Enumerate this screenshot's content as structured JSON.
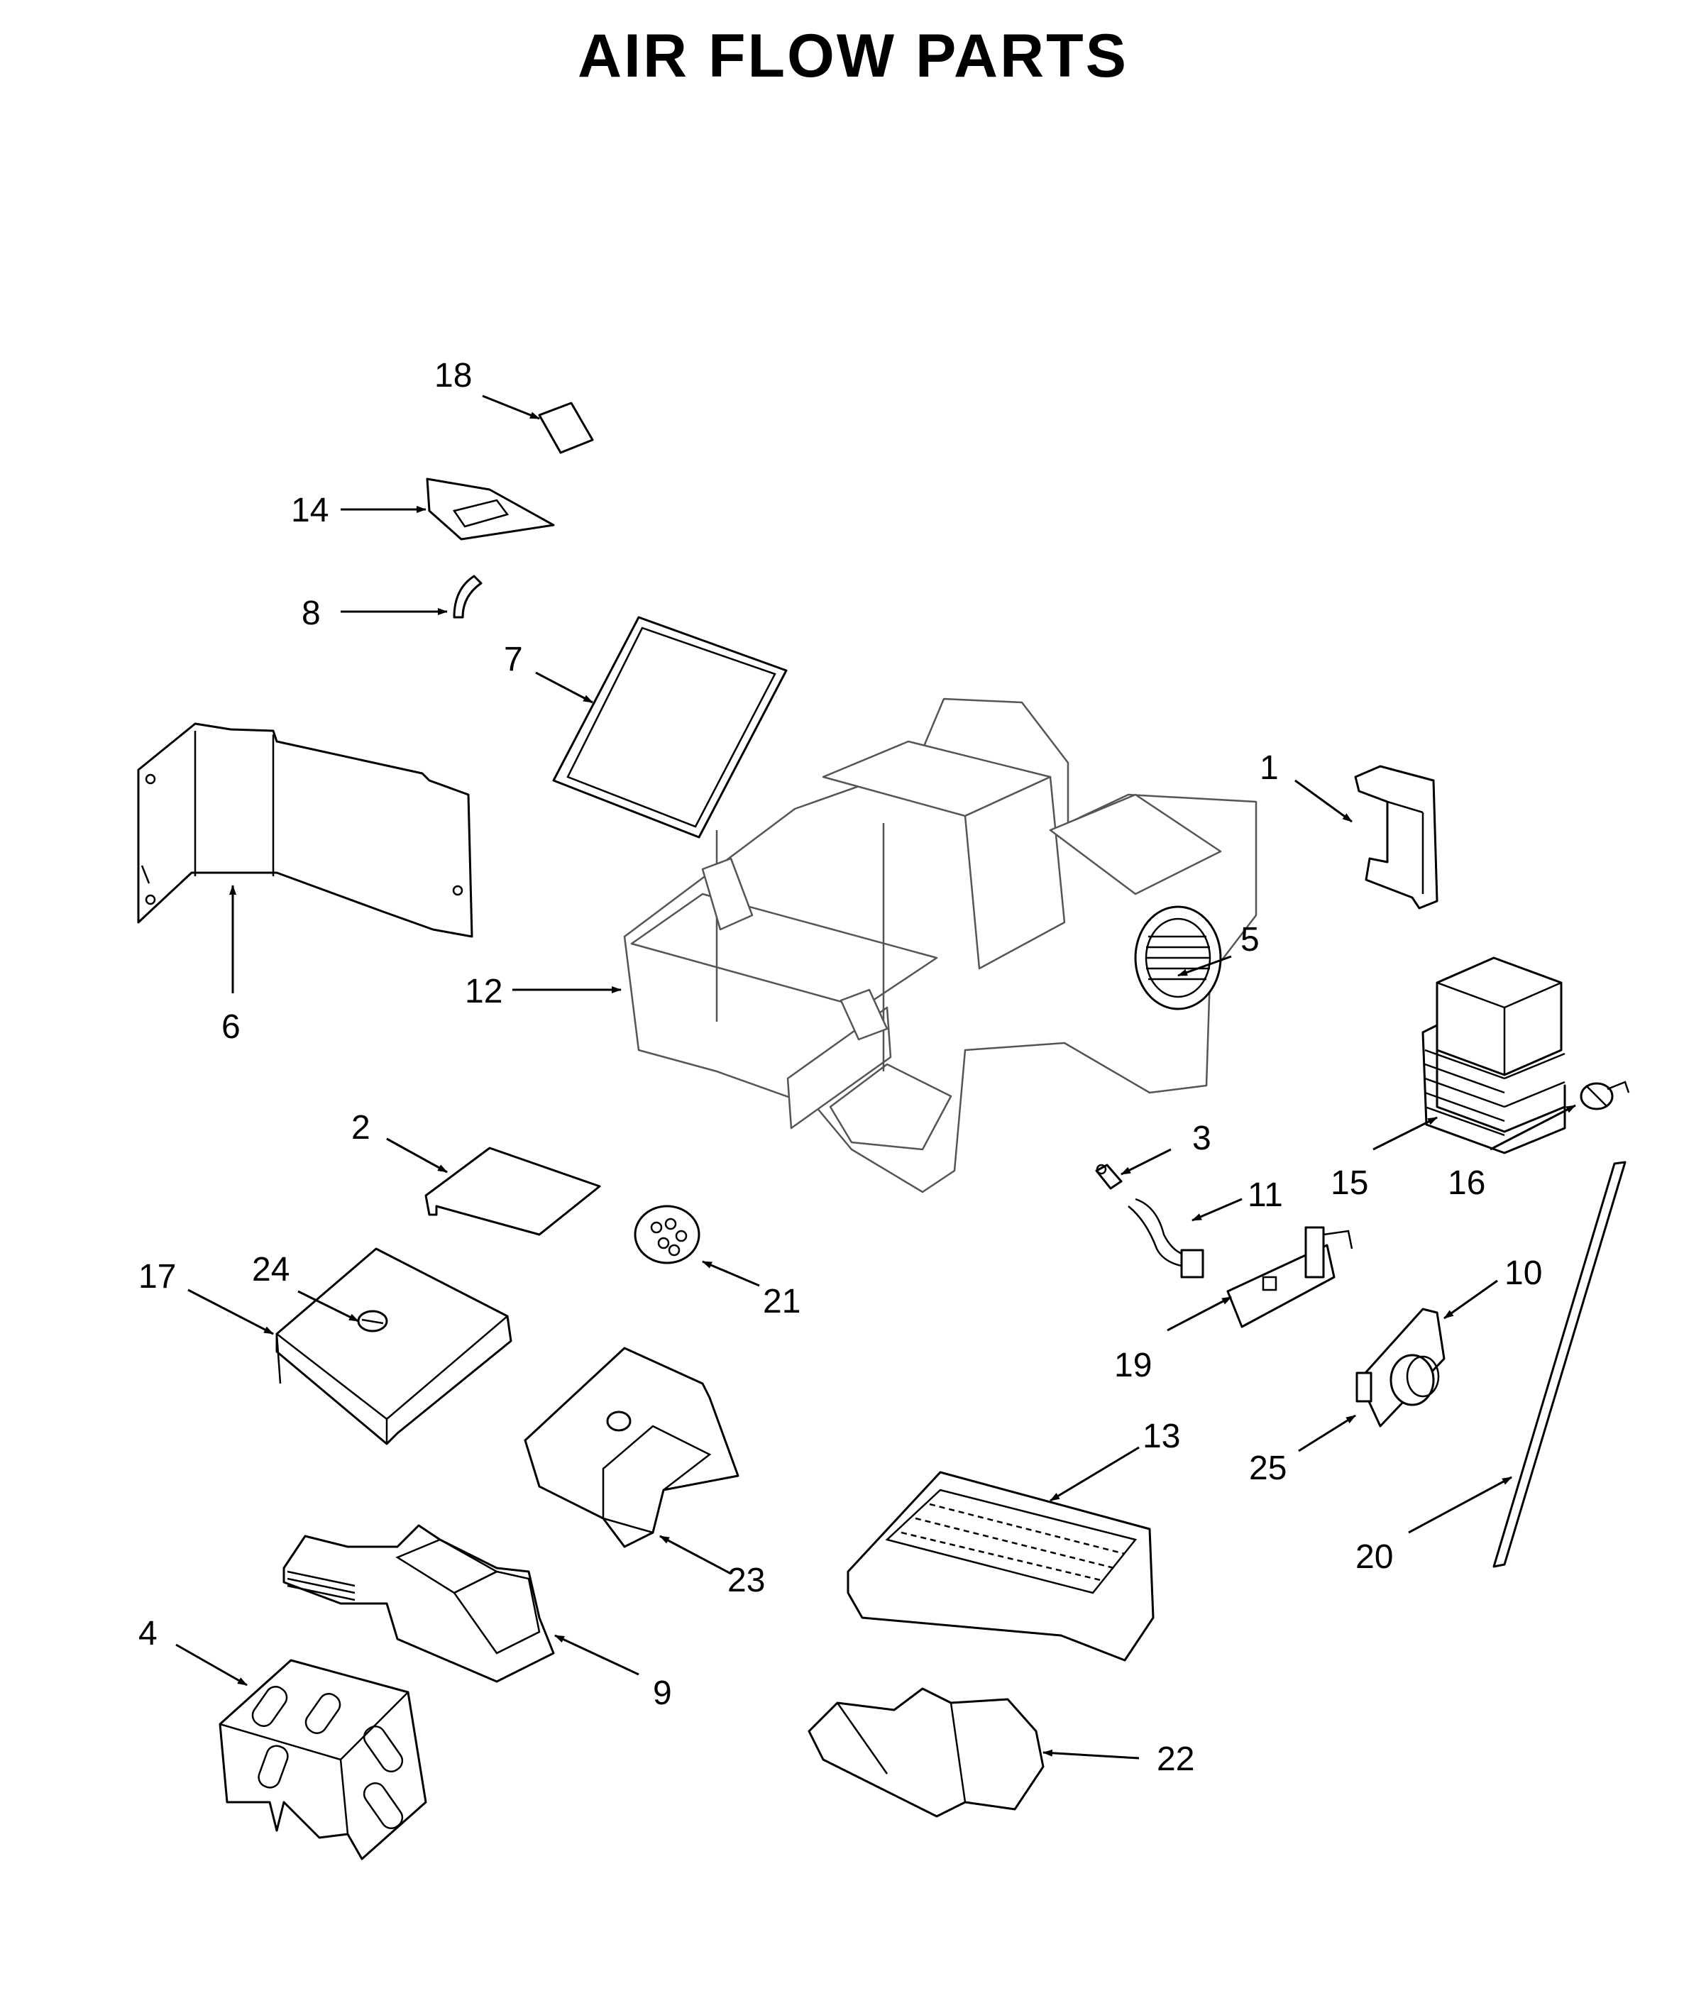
{
  "title": "AIR FLOW PARTS",
  "callouts": [
    {
      "id": "1",
      "label": "1"
    },
    {
      "id": "2",
      "label": "2"
    },
    {
      "id": "3",
      "label": "3"
    },
    {
      "id": "4",
      "label": "4"
    },
    {
      "id": "5",
      "label": "5"
    },
    {
      "id": "6",
      "label": "6"
    },
    {
      "id": "7",
      "label": "7"
    },
    {
      "id": "8",
      "label": "8"
    },
    {
      "id": "9",
      "label": "9"
    },
    {
      "id": "10",
      "label": "10"
    },
    {
      "id": "11",
      "label": "11"
    },
    {
      "id": "12",
      "label": "12"
    },
    {
      "id": "13",
      "label": "13"
    },
    {
      "id": "14",
      "label": "14"
    },
    {
      "id": "15",
      "label": "15"
    },
    {
      "id": "16",
      "label": "16"
    },
    {
      "id": "17",
      "label": "17"
    },
    {
      "id": "18",
      "label": "18"
    },
    {
      "id": "19",
      "label": "19"
    },
    {
      "id": "20",
      "label": "20"
    },
    {
      "id": "21",
      "label": "21"
    },
    {
      "id": "22",
      "label": "22"
    },
    {
      "id": "23",
      "label": "23"
    },
    {
      "id": "24",
      "label": "24"
    },
    {
      "id": "25",
      "label": "25"
    }
  ]
}
